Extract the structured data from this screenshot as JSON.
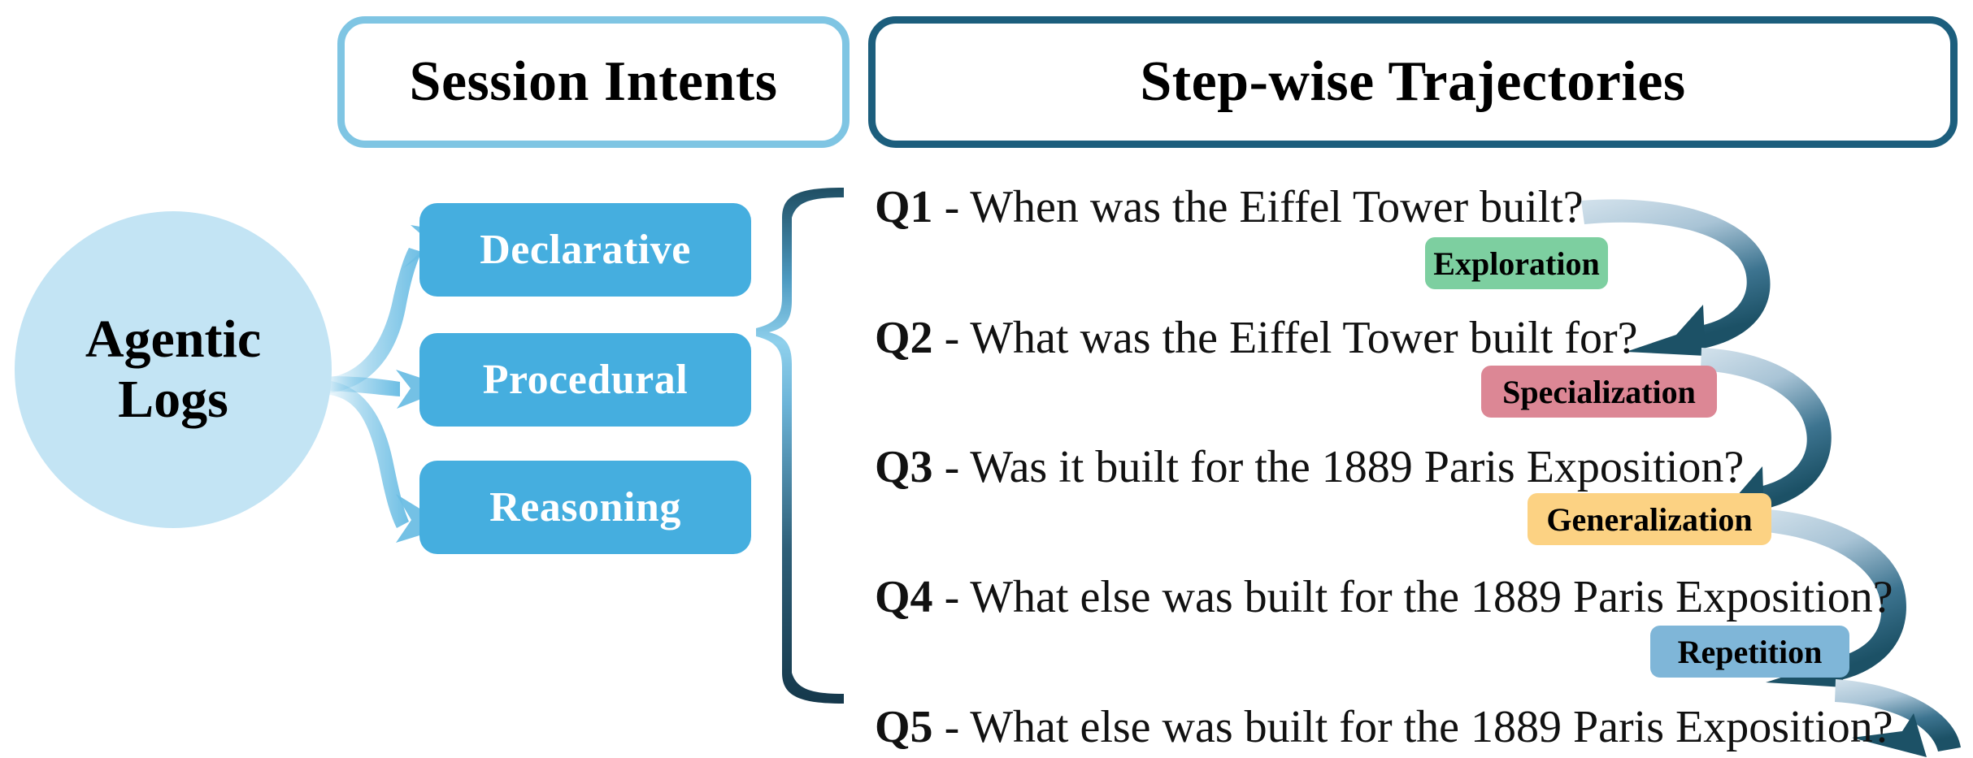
{
  "headers": {
    "session_intents": "Session Intents",
    "step_wise_trajectories": "Step-wise Trajectories"
  },
  "source_node": {
    "line1": "Agentic",
    "line2": "Logs"
  },
  "intents": [
    {
      "label": "Declarative"
    },
    {
      "label": "Procedural"
    },
    {
      "label": "Reasoning"
    }
  ],
  "questions": [
    {
      "id": "Q1",
      "separator": " - ",
      "text": "When was the Eiffel Tower built?"
    },
    {
      "id": "Q2",
      "separator": " - ",
      "text": "What was the Eiffel Tower built for?"
    },
    {
      "id": "Q3",
      "separator": " - ",
      "text": "Was it built for the 1889 Paris Exposition?"
    },
    {
      "id": "Q4",
      "separator": " - ",
      "text": "What else was built for the 1889 Paris Exposition?"
    },
    {
      "id": "Q5",
      "separator": " - ",
      "text": "What else was built for the 1889 Paris Exposition?"
    }
  ],
  "transition_badges": [
    {
      "label": "Exploration",
      "color": "#7DCFA0"
    },
    {
      "label": "Specialization",
      "color": "#DC8795"
    },
    {
      "label": "Generalization",
      "color": "#FCD283"
    },
    {
      "label": "Repetition",
      "color": "#7FB6D8"
    }
  ],
  "palette": {
    "intents_border": "#7FC5E3",
    "trajectories_border": "#1C5E7D",
    "intent_box_fill": "#45AEDF",
    "circle_fill": "#C3E4F4",
    "arrow_light": "#BFD9E8",
    "arrow_dark": "#1C5166",
    "fan_arrow": "#6DBEE4"
  }
}
